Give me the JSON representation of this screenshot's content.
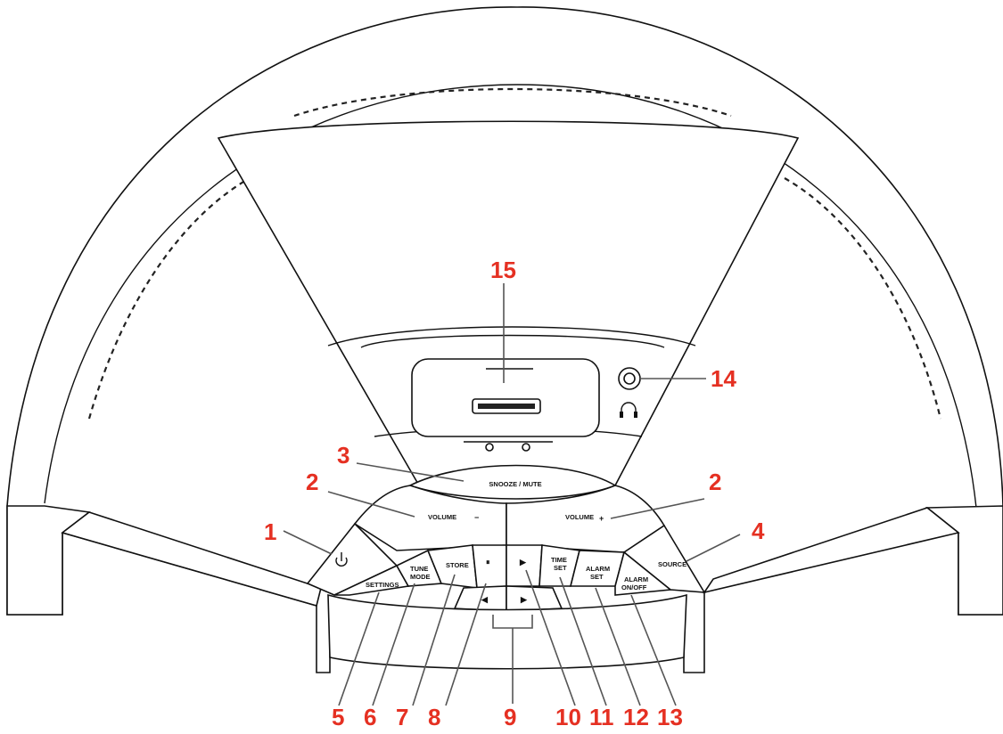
{
  "buttons": {
    "power_icon": "power-symbol",
    "snooze_mute": "SNOOZE / MUTE",
    "volume_minus": "VOLUME",
    "volume_minus_sign": "−",
    "volume_plus": "VOLUME",
    "volume_plus_sign": "+",
    "settings": "SETTINGS",
    "tune_mode_1": "TUNE",
    "tune_mode_2": "MODE",
    "store": "STORE",
    "pause": "⏸",
    "play": "▶",
    "prev": "◀",
    "next": "▶",
    "time_set_1": "TIME",
    "time_set_2": "SET",
    "alarm_set_1": "ALARM",
    "alarm_set_2": "SET",
    "alarm_onoff_1": "ALARM",
    "alarm_onoff_2": "ON/OFF",
    "source": "SOURCE",
    "headphone_icon": "headphone-symbol"
  },
  "callouts": {
    "c1": "1",
    "c2_left": "2",
    "c2_right": "2",
    "c3": "3",
    "c4": "4",
    "c5": "5",
    "c6": "6",
    "c7": "7",
    "c8": "8",
    "c9": "9",
    "c10": "10",
    "c11": "11",
    "c12": "12",
    "c13": "13",
    "c14": "14",
    "c15": "15"
  },
  "colors": {
    "callout": "#e53022",
    "outline": "#111111",
    "background": "#ffffff"
  }
}
